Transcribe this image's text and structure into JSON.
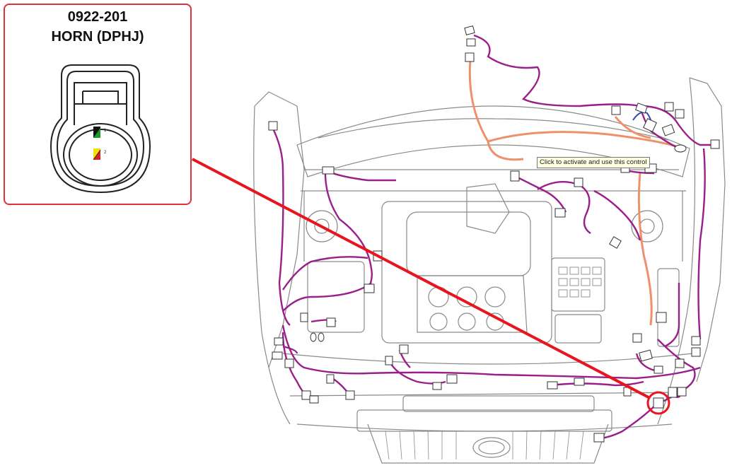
{
  "callout": {
    "code": "0922-201",
    "name": "HORN (DPHJ)",
    "pins": [
      {
        "number": "1",
        "wire_color": "green-black"
      },
      {
        "number": "2",
        "wire_color": "yellow-red"
      }
    ]
  },
  "tooltip": {
    "text": "Click to activate and use this control"
  },
  "colors": {
    "callout_border": "#e0303a",
    "leader_line": "#e8141e",
    "harness_main": "#9a1f8a",
    "harness_secondary": "#f0906a",
    "harness_blue": "#3344bb",
    "outline": "#888888"
  }
}
